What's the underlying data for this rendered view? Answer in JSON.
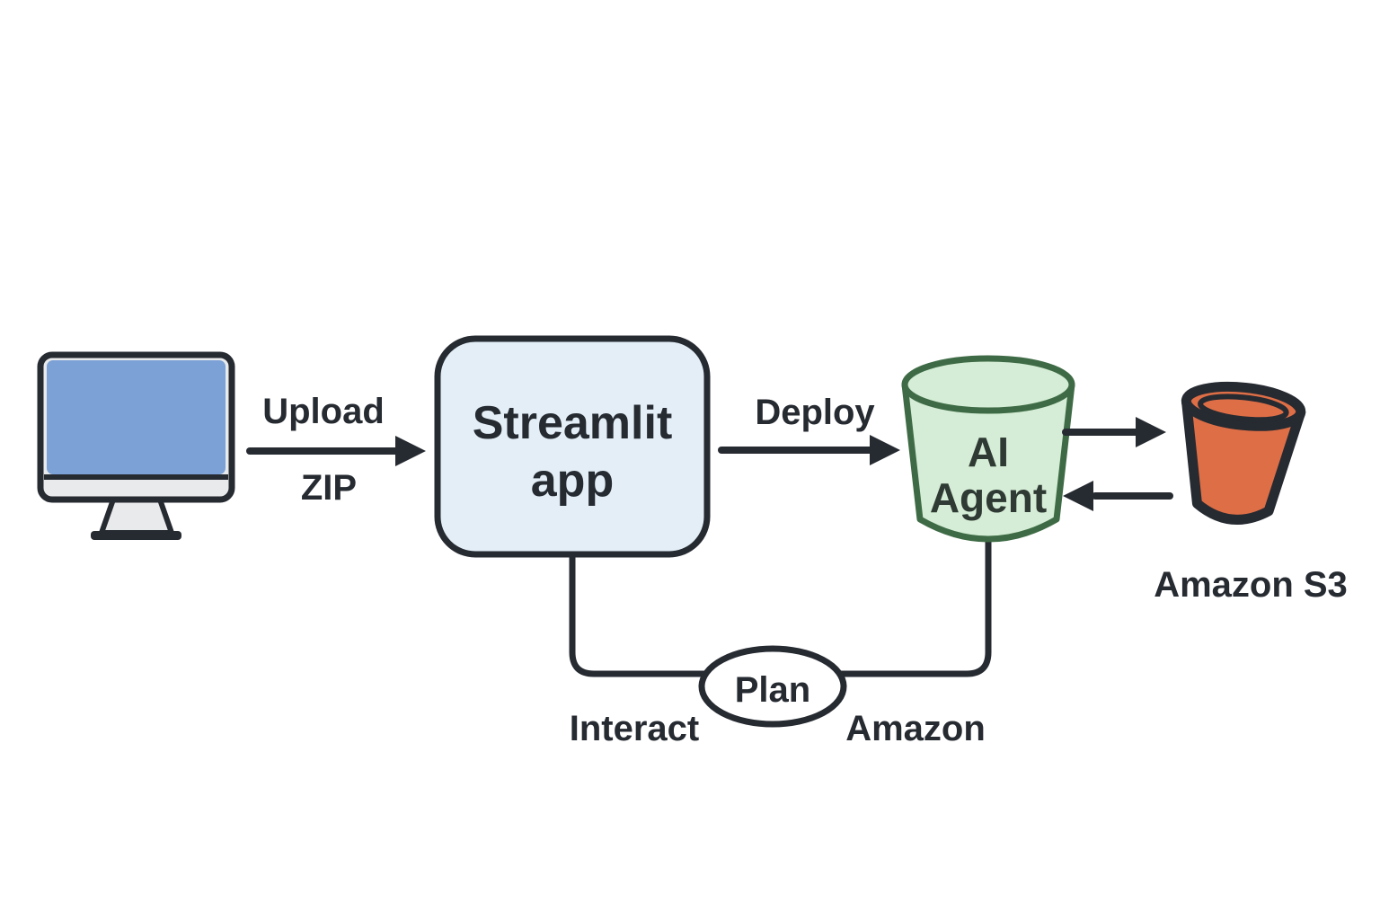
{
  "colors": {
    "background": "#ffffff",
    "ink": "#262a31",
    "screen_blue": "#7ca1d6",
    "light_gray": "#e9eaeb",
    "streamlit_fill": "#e3eef7",
    "green_fill": "#d5edd6",
    "green_stroke": "#3e6b45",
    "orange_fill": "#de6e46",
    "agent_text": "#2e3a33"
  },
  "nodes": {
    "client": {
      "icon": "desktop-monitor-icon"
    },
    "streamlit": {
      "label": "Streamlit app",
      "label_lines": [
        "Streamlit",
        "app"
      ]
    },
    "ai_agent": {
      "label": "AI Agent",
      "label_lines": [
        "AI",
        "Agent"
      ],
      "icon": "green-bucket-icon"
    },
    "amazon_s3": {
      "label": "Amazon S3",
      "icon": "orange-bucket-icon"
    },
    "plan": {
      "label": "Plan"
    }
  },
  "edges": {
    "upload": {
      "label_top": "Upload",
      "label_bottom": "ZIP",
      "from": "client",
      "to": "streamlit"
    },
    "deploy": {
      "label": "Deploy",
      "from": "streamlit",
      "to": "ai_agent"
    },
    "agent_s3": {
      "from": "ai_agent",
      "to": "amazon_s3"
    },
    "s3_agent": {
      "from": "amazon_s3",
      "to": "ai_agent"
    },
    "interact": {
      "label": "Interact",
      "from": "streamlit",
      "to": "plan"
    },
    "amazon": {
      "label": "Amazon",
      "from": "plan",
      "to": "ai_agent"
    }
  }
}
